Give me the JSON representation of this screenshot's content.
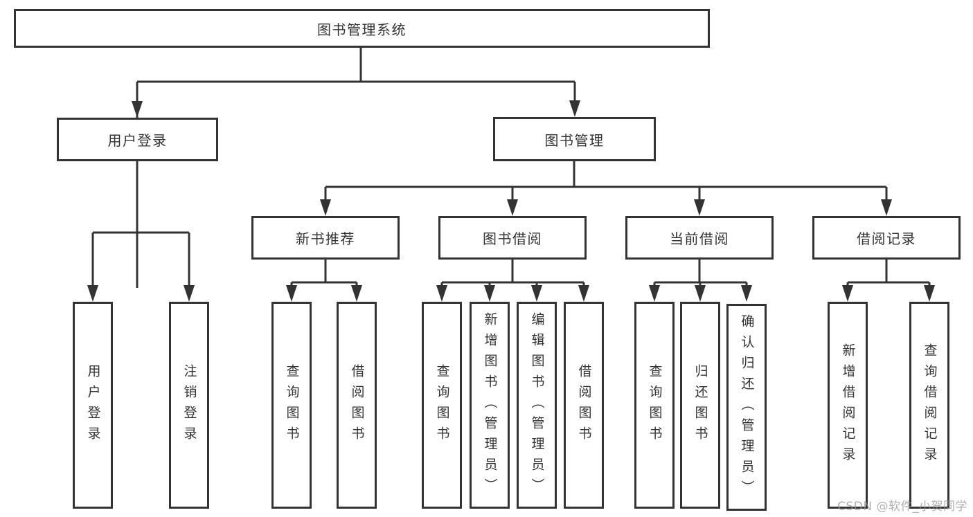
{
  "diagram_title": "图书管理系统",
  "nodes": {
    "root": {
      "label": "图书管理系统"
    },
    "user_login": {
      "label": "用户登录",
      "children": {
        "login": {
          "label": "用户登录"
        },
        "logout": {
          "label": "注销登录"
        }
      }
    },
    "book_mgmt": {
      "label": "图书管理",
      "children": {
        "new_book_rec": {
          "label": "新书推荐",
          "children": {
            "query_books": {
              "label": "查询图书"
            },
            "borrow_books": {
              "label": "借阅图书"
            }
          }
        },
        "book_borrow": {
          "label": "图书借阅",
          "children": {
            "query_books": {
              "label": "查询图书"
            },
            "add_books": {
              "label": "新增图书（管理员）"
            },
            "edit_books": {
              "label": "编辑图书（管理员）"
            },
            "borrow_books": {
              "label": "借阅图书"
            }
          }
        },
        "current_borrow": {
          "label": "当前借阅",
          "children": {
            "query_books": {
              "label": "查询图书"
            },
            "return_books": {
              "label": "归还图书"
            },
            "confirm_return": {
              "label": "确认归还（管理员）"
            }
          }
        },
        "borrow_records": {
          "label": "借阅记录",
          "children": {
            "add_record": {
              "label": "新增借阅记录"
            },
            "query_record": {
              "label": "查询借阅记录"
            }
          }
        }
      }
    }
  },
  "watermark": {
    "text": "CSDN @软件_小贺同学"
  },
  "colors": {
    "line": "#333333",
    "text": "#333333",
    "background": "#ffffff",
    "watermark": "#969696"
  }
}
